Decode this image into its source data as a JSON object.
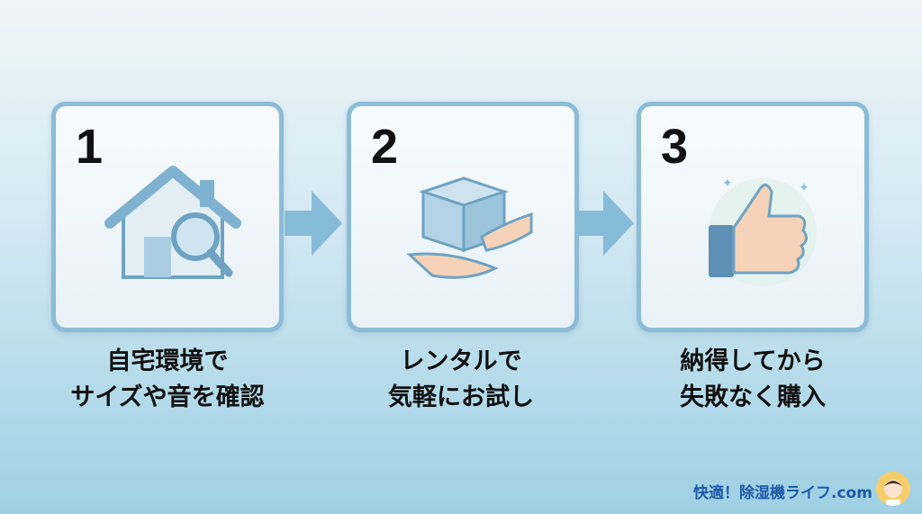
{
  "steps": [
    {
      "number": "1",
      "icon": "house-search-icon",
      "caption_line1": "自宅環境で",
      "caption_line2": "サイズや音を確認"
    },
    {
      "number": "2",
      "icon": "box-handover-icon",
      "caption_line1": "レンタルで",
      "caption_line2": "気軽にお試し"
    },
    {
      "number": "3",
      "icon": "thumbs-up-icon",
      "caption_line1": "納得してから",
      "caption_line2": "失敗なく購入"
    }
  ],
  "brand": {
    "name": "快適！除湿機ライフ.com"
  },
  "colors": {
    "accent": "#8cbcd6",
    "brand": "#1f5aa8"
  }
}
